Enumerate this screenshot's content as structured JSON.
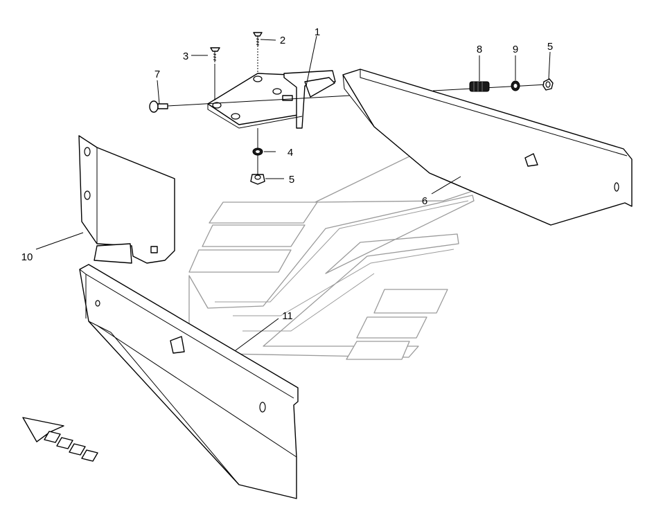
{
  "diagram": {
    "callouts": [
      {
        "id": "c1",
        "label": "1"
      },
      {
        "id": "c2",
        "label": "2"
      },
      {
        "id": "c3",
        "label": "3"
      },
      {
        "id": "c4",
        "label": "4"
      },
      {
        "id": "c5a",
        "label": "5"
      },
      {
        "id": "c5b",
        "label": "5"
      },
      {
        "id": "c6",
        "label": "6"
      },
      {
        "id": "c7",
        "label": "7"
      },
      {
        "id": "c8",
        "label": "8"
      },
      {
        "id": "c9",
        "label": "9"
      },
      {
        "id": "c10",
        "label": "10"
      },
      {
        "id": "c11",
        "label": "11"
      }
    ],
    "colors": {
      "line": "#000000",
      "watermark": "#9a9a9a",
      "background": "#ffffff"
    }
  }
}
